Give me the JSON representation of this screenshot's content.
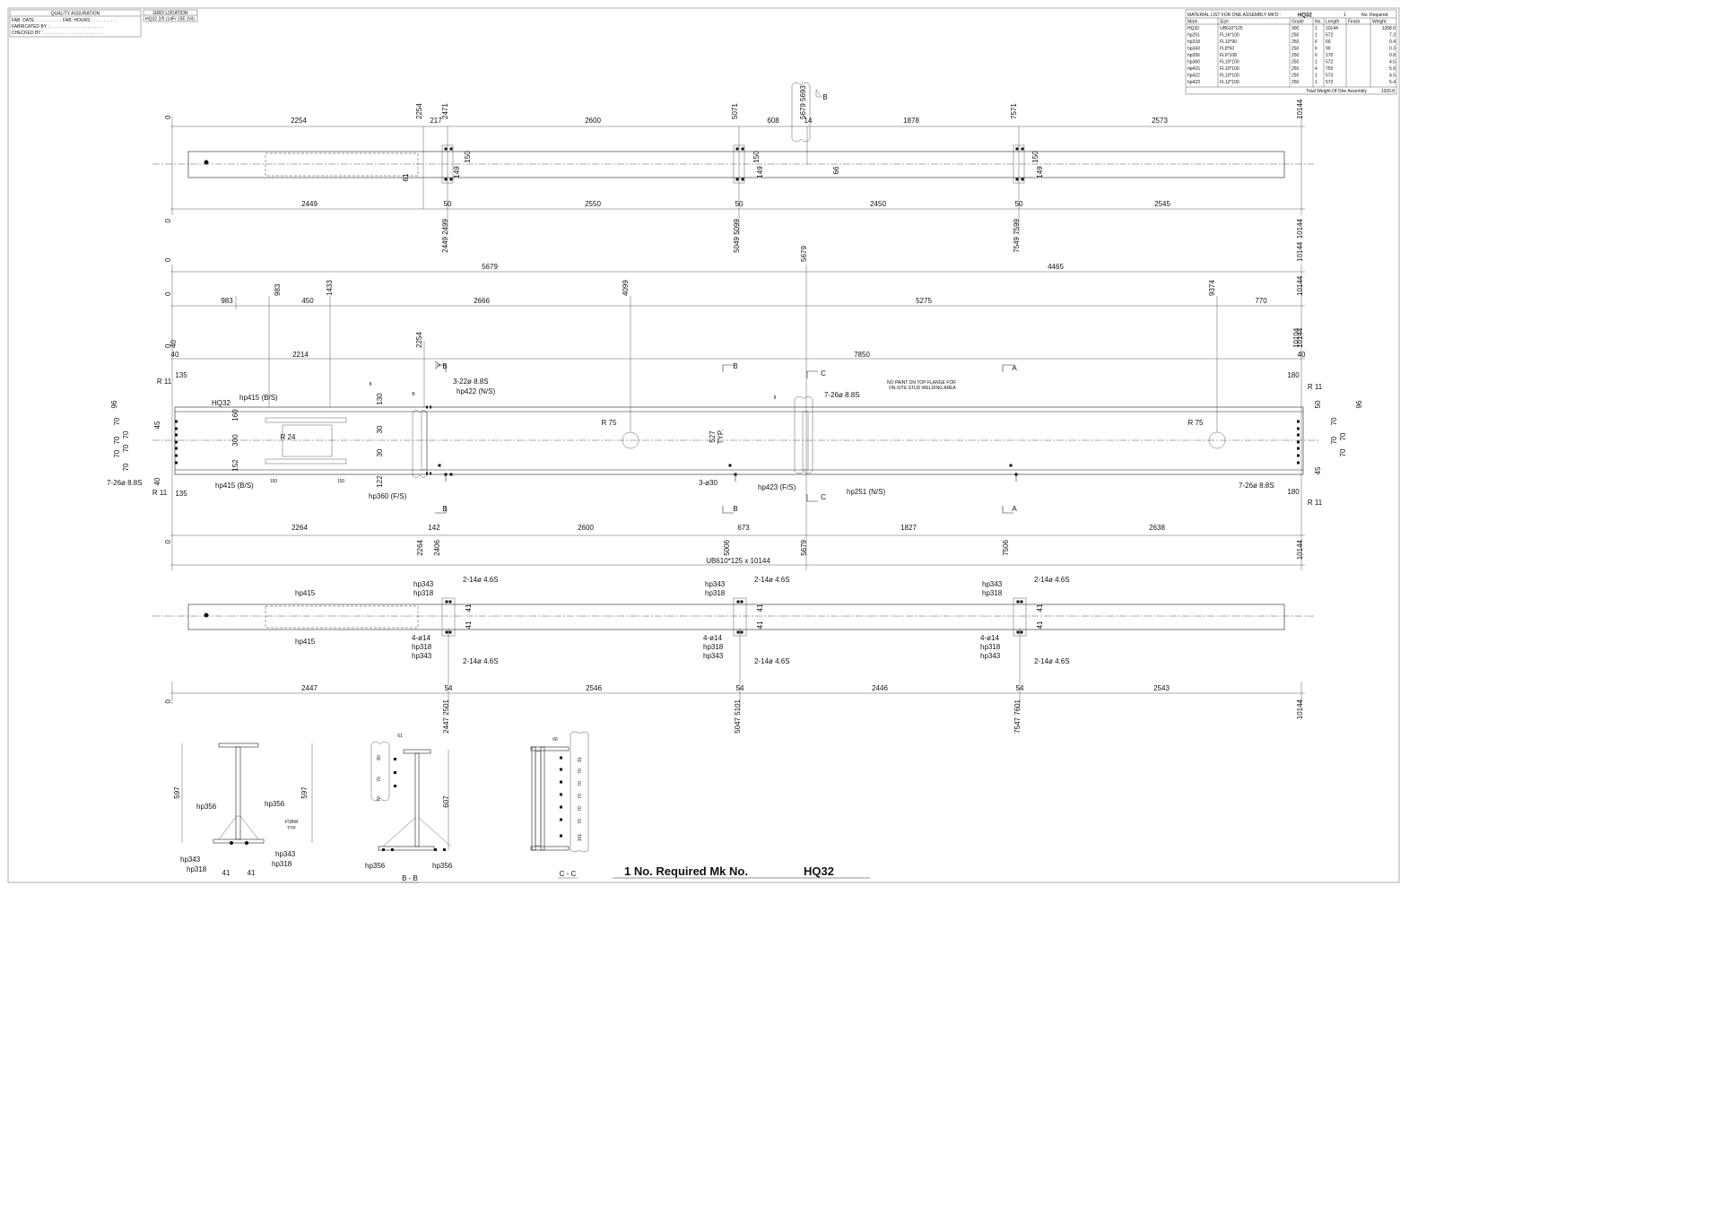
{
  "qa_block": {
    "heading": "QUALITY ASSURATION",
    "fab_date": "FAB. DATE : . . . . . . . . . . FAB. HOURS : . . . . . . . . .",
    "fabricated_by": "FABRICATED BY : . . . . . . . . . . . . . . . . . . . . . .",
    "checked_by": "CHECKED BY : . . . . . . . . . . . . . . . . . . . . . . . ."
  },
  "grid_block": {
    "heading": "GRID LOCATION",
    "value": "HQ32 2/5 (14F/ 15E 2/4)"
  },
  "material_list": {
    "heading": "MATERIAL LIST FOR ONE ASSEMBLY MK'D :",
    "mark": "HQ32",
    "count": "1",
    "required": "No. Required",
    "columns": [
      "Mark",
      "Size",
      "Grade",
      "No.",
      "Length",
      "Finish",
      "Weight"
    ],
    "rows": [
      [
        "HQ32",
        "UB610*125",
        "300",
        "1",
        "10144",
        "",
        "1268.0"
      ],
      [
        "hp251",
        "FL16*100",
        "250",
        "1",
        "572",
        "",
        "7.2"
      ],
      [
        "hp318",
        "FL10*90",
        "250",
        "6",
        "60",
        "",
        "0.4"
      ],
      [
        "hp343",
        "FL8*50",
        "250",
        "6",
        "90",
        "",
        "0.3"
      ],
      [
        "hp356",
        "FL6*108",
        "250",
        "6",
        "170",
        "",
        "0.8"
      ],
      [
        "hp360",
        "FL10*100",
        "250",
        "1",
        "572",
        "",
        "4.5"
      ],
      [
        "hp415",
        "FL10*100",
        "250",
        "4",
        "750",
        "",
        "5.9"
      ],
      [
        "hp422",
        "FL10*100",
        "250",
        "1",
        "573",
        "",
        "4.5"
      ],
      [
        "hp423",
        "FL12*100",
        "250",
        "1",
        "572",
        "",
        "5.4"
      ]
    ],
    "total_label": "Total Weight Of One Assembly",
    "total_value": "1320.8"
  },
  "top_view": {
    "dims_top": [
      "2254",
      "217",
      "2600",
      "608",
      "14",
      "1878",
      "2573"
    ],
    "ticks_top": [
      "0",
      "2254",
      "2471",
      "5071",
      "5679 5693",
      "7571",
      "10144"
    ],
    "dims_bottom": [
      "2449",
      "50",
      "2550",
      "50",
      "2450",
      "50",
      "2545"
    ],
    "ticks_bottom": [
      "0",
      "2449 2499",
      "5049 5099",
      "7549 7599",
      "10144"
    ],
    "local": [
      "150",
      "149",
      "61",
      "66"
    ],
    "cut": "B"
  },
  "elevation": {
    "overall_top": [
      "5679",
      "4465"
    ],
    "overall_ticks": [
      "0",
      "5679",
      "10144"
    ],
    "second_row": [
      "983",
      "450",
      "2666",
      "5275",
      "770"
    ],
    "second_ticks": [
      "0",
      "983",
      "1433",
      "4099",
      "9374",
      "10144"
    ],
    "third_row": [
      "40",
      "2214",
      "7850",
      "40"
    ],
    "third_ticks": [
      "0",
      "40",
      "2254",
      "10104",
      "10144"
    ],
    "annotations": {
      "hq32": "HQ32",
      "hp415_bs_top": "hp415 (B/S)",
      "hp415_bs_bottom": "hp415 (B/S)",
      "hp422": "hp422 (N/S)",
      "bolts_322": "3-22ø 8.8S",
      "bolts_726_mid": "7-26ø 8.8S",
      "bolts_726_left": "7-26ø 8.8S",
      "bolts_726_right": "7-26ø 8.8S",
      "hp360": "hp360 (F/S)",
      "holes_330": "3-ø30",
      "hp423": "hp423 (F/S)",
      "hp251": "hp251 (N/S)",
      "typ": "TYP.",
      "no_paint_1": "NO PAINT ON TOP FLANGE FOR",
      "no_paint_2": "ON-SITE STUD WELDING AREA",
      "r75": "R 75",
      "r24": "R 24",
      "r11": "R 11",
      "weld_8": "8"
    },
    "left_stack": [
      "96",
      "45",
      "70",
      "70",
      "70",
      "70",
      "70",
      "70",
      "40"
    ],
    "right_stack": [
      "96",
      "50",
      "70",
      "70",
      "70",
      "70",
      "45"
    ],
    "local_dims": [
      "135",
      "180",
      "135",
      "180",
      "160",
      "300",
      "152",
      "130",
      "30",
      "30",
      "122",
      "150",
      "150",
      "527"
    ],
    "cuts": [
      "B",
      "B",
      "C",
      "A"
    ],
    "bottom_row": [
      "2264",
      "142",
      "2600",
      "673",
      "1827",
      "2638"
    ],
    "bottom_ticks": [
      "0",
      "2264",
      "2406",
      "5006",
      "5679",
      "7506",
      "10144"
    ],
    "member": "UB610*125 x 10144"
  },
  "bottom_view": {
    "labels": {
      "hp415": "hp415",
      "hp343": "hp343",
      "hp318": "hp318",
      "bolts_214": "2-14ø 4.6S",
      "holes_414": "4-ø14"
    },
    "dims": [
      "2447",
      "54",
      "2546",
      "54",
      "2446",
      "54",
      "2543"
    ],
    "ticks": [
      "0",
      "2447 2501",
      "5047 5101",
      "7547 7601",
      "10144"
    ],
    "local": "41"
  },
  "sections": {
    "end": {
      "height": "597",
      "labels": [
        "hp356",
        "hp356",
        "hp343",
        "hp318",
        "hp343",
        "hp318",
        "FSBW",
        "TYP"
      ],
      "dims": [
        "41",
        "41"
      ]
    },
    "bb": {
      "title": "B - B",
      "height": "607",
      "top": "61",
      "gauges": [
        "80",
        "70",
        "70"
      ],
      "labels": [
        "hp356",
        "hp356"
      ]
    },
    "cc": {
      "title": "C - C",
      "top": "66",
      "gauges": [
        "91",
        "70",
        "70",
        "70",
        "70",
        "70",
        "101"
      ]
    }
  },
  "footer": {
    "title": "1 No. Required Mk No.",
    "mark": "HQ32"
  }
}
